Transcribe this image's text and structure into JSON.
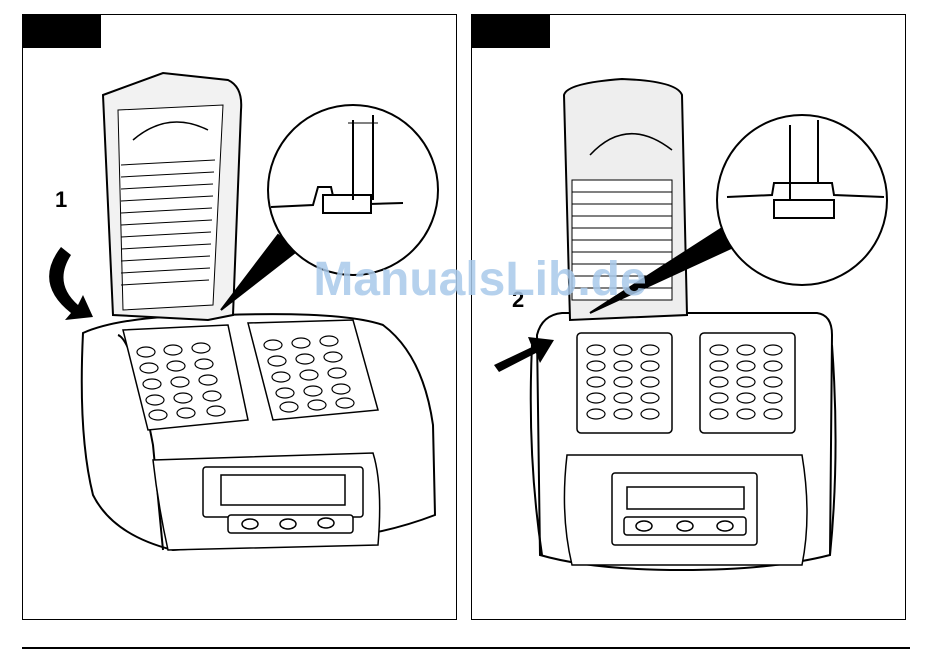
{
  "figures": [
    {
      "step_label": "1",
      "colors": {
        "ink": "#000000",
        "paper": "#ffffff",
        "lid": "#f2f2f2",
        "shade": "#d6d6d6"
      }
    },
    {
      "step_label": "2",
      "colors": {
        "ink": "#000000",
        "paper": "#ffffff",
        "lid": "#eeeeee",
        "shade": "#cfcfcf"
      }
    }
  ],
  "watermark": "ManualsLib.de",
  "icons": [
    "curved-arrow-icon",
    "straight-arrow-icon"
  ]
}
